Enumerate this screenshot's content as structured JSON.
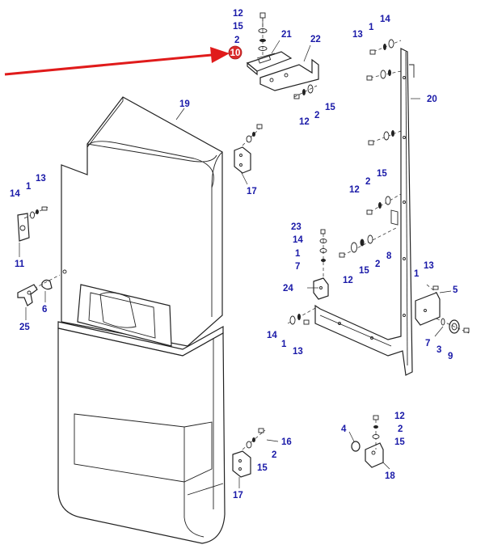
{
  "colors": {
    "label": "#1a1aa8",
    "line": "#222222",
    "arrow": "#e01b1b",
    "marker": "#d92b2b",
    "marker_text": "#ffffff"
  },
  "highlight": {
    "label": "10"
  },
  "labels": {
    "top_12": "12",
    "top_15": "15",
    "top_2": "2",
    "top_21": "21",
    "top_22": "22",
    "bk_15": "15",
    "bk_12": "12",
    "bk_2": "2",
    "fr_13": "13",
    "fr_1": "1",
    "fr_14": "14",
    "fr_20": "20",
    "p19": "19",
    "hinge_top_17": "17",
    "l_14": "14",
    "l_1": "1",
    "l_13": "13",
    "l_11": "11",
    "l_6": "6",
    "l_25": "25",
    "fr_12b": "12",
    "fr_2b": "2",
    "fr_15b": "15",
    "c_23": "23",
    "c_14": "14",
    "c_1": "1",
    "c_7": "7",
    "c_8": "8",
    "c_2": "2",
    "c_15": "15",
    "c_12": "12",
    "c_24": "24",
    "c_14b": "14",
    "c_1b": "1",
    "c_13b": "13",
    "r_1": "1",
    "r_13": "13",
    "r_5": "5",
    "r_7": "7",
    "r_3": "3",
    "r_9": "9",
    "b_16": "16",
    "b_2": "2",
    "b_15": "15",
    "b_17": "17",
    "br_12": "12",
    "br_2": "2",
    "br_15": "15",
    "br_4": "4",
    "br_18": "18"
  }
}
